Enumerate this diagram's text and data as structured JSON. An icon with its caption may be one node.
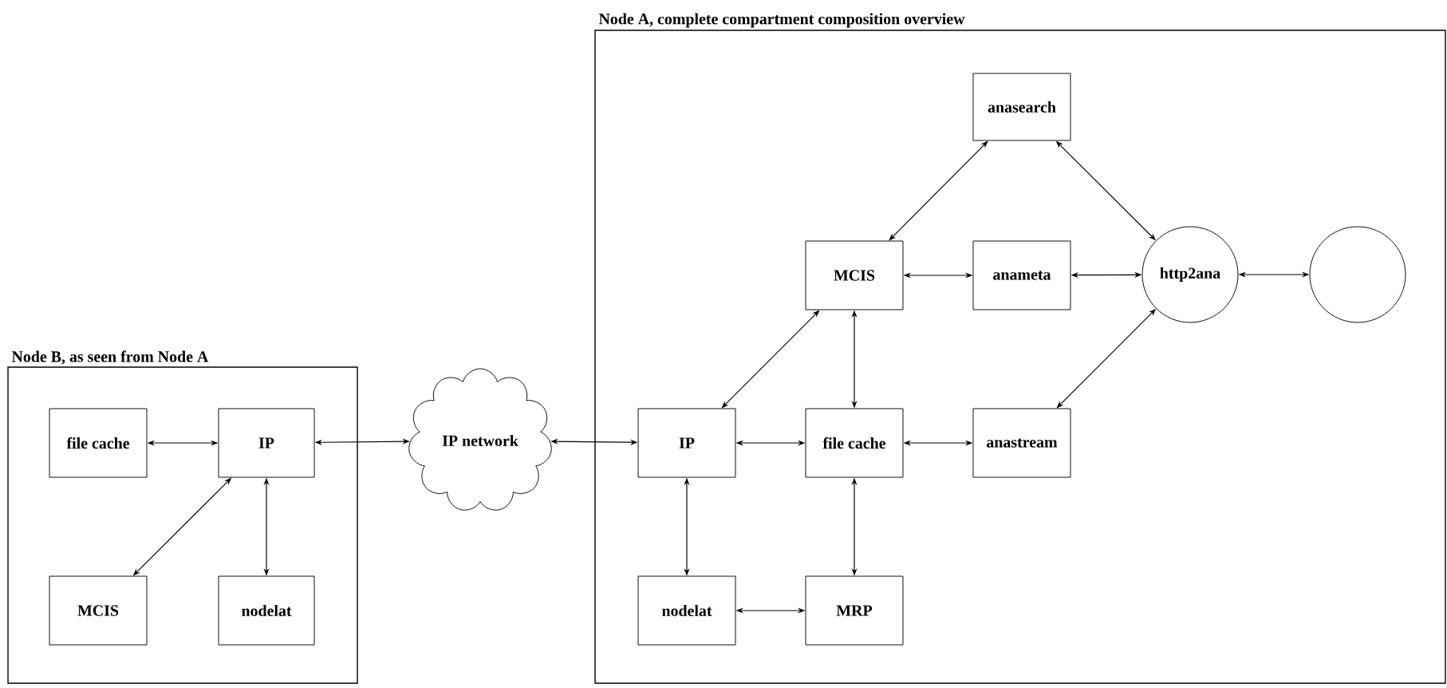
{
  "diagram": {
    "nodes": [
      {
        "text": [
          "Node B, as seen from Node A"
        ]
      },
      {
        "text": [
          "file cache"
        ],
        "in": 0
      },
      {
        "text": [
          "IP"
        ],
        "in": 0
      },
      {
        "text": [
          "MCIS"
        ],
        "in": 0
      },
      {
        "text": [
          "nodelat"
        ],
        "in": 0
      },
      {
        "text": [
          "IP network"
        ]
      },
      {
        "text": [
          "Node A, complete compartment composition overview"
        ]
      },
      {
        "text": [
          "anasearch"
        ],
        "in": 6
      },
      {
        "text": [
          "MCIS"
        ],
        "in": 6
      },
      {
        "text": [
          "anameta"
        ],
        "in": 6
      },
      {
        "text": [
          "http2ana"
        ],
        "in": 6
      },
      {
        "text": [],
        "shape": "circle",
        "in": 6
      },
      {
        "text": [
          "IP"
        ],
        "in": 6
      },
      {
        "text": [
          "file cache"
        ],
        "in": 6
      },
      {
        "text": [
          "anastream"
        ],
        "in": 6
      },
      {
        "text": [
          "nodelat"
        ],
        "in": 6
      },
      {
        "text": [
          "MRP"
        ],
        "in": 6
      }
    ],
    "edges": [
      {
        "from": 2,
        "to": 1,
        "arrow": "both"
      },
      {
        "from": 2,
        "to": 3,
        "arrow": "both"
      },
      {
        "from": 2,
        "to": 4,
        "arrow": "both"
      },
      {
        "from": 2,
        "to": 5,
        "arrow": "both"
      },
      {
        "from": 5,
        "to": 12,
        "arrow": "both"
      },
      {
        "from": 12,
        "to": 8,
        "arrow": "both"
      },
      {
        "from": 12,
        "to": 13,
        "arrow": "both"
      },
      {
        "from": 12,
        "to": 15,
        "arrow": "both"
      },
      {
        "from": 15,
        "to": 16,
        "arrow": "both"
      },
      {
        "from": 13,
        "to": 16,
        "arrow": "both"
      },
      {
        "from": 8,
        "to": 13,
        "arrow": "both"
      },
      {
        "from": 8,
        "to": 7,
        "arrow": "both"
      },
      {
        "from": 8,
        "to": 9,
        "arrow": "both"
      },
      {
        "from": 13,
        "to": 14,
        "arrow": "both"
      },
      {
        "from": 7,
        "to": 10,
        "arrow": "both"
      },
      {
        "from": 9,
        "to": 10,
        "arrow": "both"
      },
      {
        "from": 14,
        "to": 10,
        "arrow": "both"
      },
      {
        "from": 10,
        "to": 11,
        "arrow": "both"
      }
    ]
  }
}
